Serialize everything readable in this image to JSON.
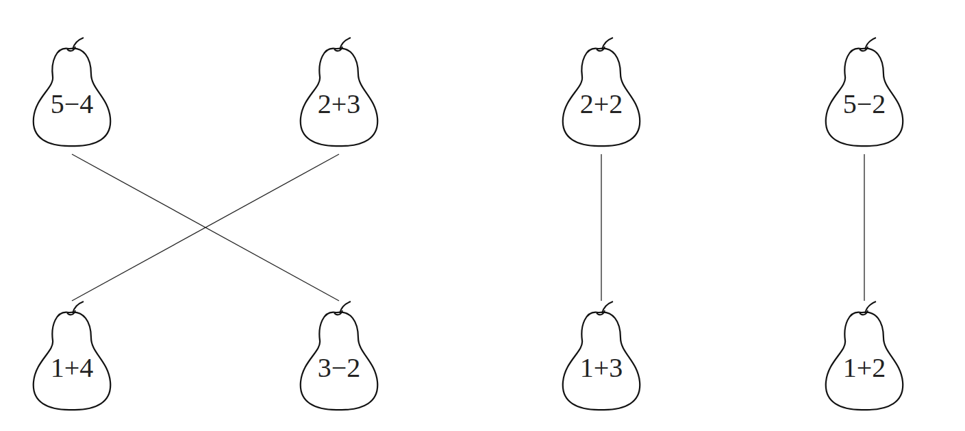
{
  "diagram": {
    "nodes": [
      {
        "text": [
          "5−4"
        ]
      },
      {
        "text": [
          "2+3"
        ]
      },
      {
        "text": [
          "2+2"
        ]
      },
      {
        "text": [
          "5−2"
        ]
      },
      {
        "text": [
          "1+4"
        ]
      },
      {
        "text": [
          "3−2"
        ]
      },
      {
        "text": [
          "1+3"
        ]
      },
      {
        "text": [
          "1+2"
        ]
      }
    ],
    "edges": [
      {
        "from": 0,
        "to": 5,
        "arrow": "none"
      },
      {
        "from": 1,
        "to": 4,
        "arrow": "none"
      },
      {
        "from": 2,
        "to": 6,
        "arrow": "none"
      },
      {
        "from": 3,
        "to": 7,
        "arrow": "none"
      }
    ]
  }
}
